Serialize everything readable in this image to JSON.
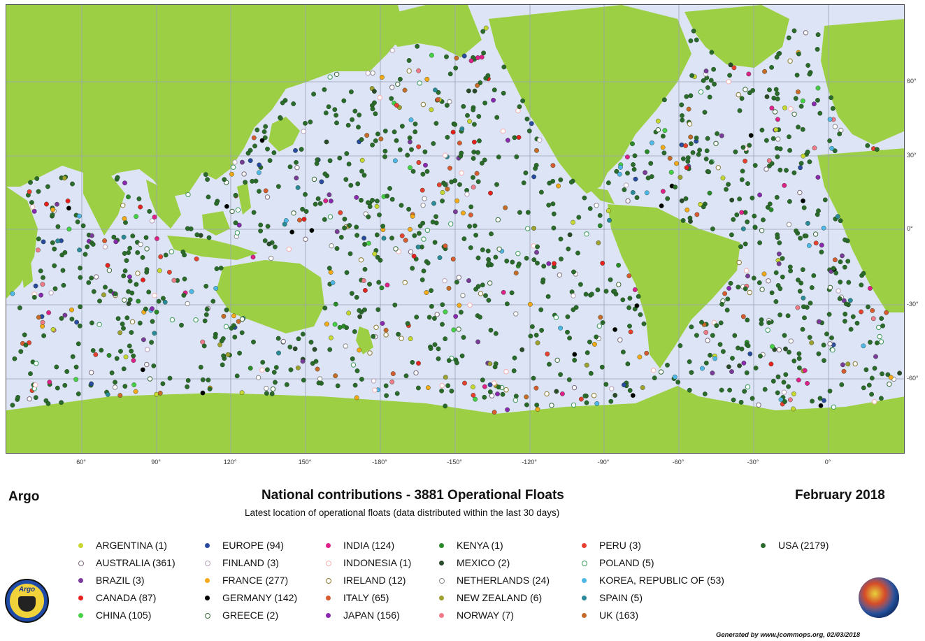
{
  "title_left": "Argo",
  "title_main": "National contributions - 3881 Operational Floats",
  "subtitle": "Latest location of operational floats (data distributed within the last 30 days)",
  "date": "February 2018",
  "credit": "Generated by www.jcommops.org, 02/03/2018",
  "logo_text": "Argo",
  "colors": {
    "ocean": "#dde4f5",
    "land": "#9dcf45",
    "grid": "#9aa0b8",
    "usa": "#2a6a2a"
  },
  "lat_labels": [
    "60°",
    "30°",
    "0°",
    "-30°",
    "-60°"
  ],
  "lon_labels": [
    "60°",
    "90°",
    "120°",
    "150°",
    "-180°",
    "-150°",
    "-120°",
    "-90°",
    "-60°",
    "-30°",
    "0°"
  ],
  "legend": [
    {
      "label": "ARGENTINA (1)",
      "color": "#c8d630",
      "style": "dot"
    },
    {
      "label": "AUSTRALIA (361)",
      "color": "#7a6a7a",
      "style": "ring"
    },
    {
      "label": "BRAZIL (3)",
      "color": "#7a3a9a",
      "style": "dot"
    },
    {
      "label": "CANADA (87)",
      "color": "#e82020",
      "style": "dot"
    },
    {
      "label": "CHINA (105)",
      "color": "#46d046",
      "style": "dot"
    },
    {
      "label": "EUROPE (94)",
      "color": "#2a4aa0",
      "style": "dot"
    },
    {
      "label": "FINLAND (3)",
      "color": "#b8a0b8",
      "style": "ring"
    },
    {
      "label": "FRANCE (277)",
      "color": "#f5a818",
      "style": "dot"
    },
    {
      "label": "GERMANY (142)",
      "color": "#000000",
      "style": "dot"
    },
    {
      "label": "GREECE (2)",
      "color": "#3a6a3a",
      "style": "ring"
    },
    {
      "label": "INDIA (124)",
      "color": "#e0208a",
      "style": "dot"
    },
    {
      "label": "INDONESIA (1)",
      "color": "#f5b0b0",
      "style": "ring"
    },
    {
      "label": "IRELAND (12)",
      "color": "#8a7a30",
      "style": "ring"
    },
    {
      "label": "ITALY (65)",
      "color": "#d85a30",
      "style": "dot"
    },
    {
      "label": "JAPAN (156)",
      "color": "#8a28b0",
      "style": "dot"
    },
    {
      "label": "KENYA (1)",
      "color": "#2a8a2a",
      "style": "dot"
    },
    {
      "label": "MEXICO (2)",
      "color": "#2a4a2a",
      "style": "dot"
    },
    {
      "label": "NETHERLANDS (24)",
      "color": "#8a8a8a",
      "style": "ring"
    },
    {
      "label": "NEW ZEALAND (6)",
      "color": "#a0a030",
      "style": "dot"
    },
    {
      "label": "NORWAY (7)",
      "color": "#f07a8a",
      "style": "dot"
    },
    {
      "label": "PERU (3)",
      "color": "#e84030",
      "style": "dot"
    },
    {
      "label": "POLAND (5)",
      "color": "#3a9a5a",
      "style": "ring"
    },
    {
      "label": "KOREA, REPUBLIC OF (53)",
      "color": "#50b8e8",
      "style": "dot"
    },
    {
      "label": "SPAIN (5)",
      "color": "#2a8a9a",
      "style": "dot"
    },
    {
      "label": "UK (163)",
      "color": "#c86a28",
      "style": "dot"
    },
    {
      "label": "USA (2179)",
      "color": "#2a6a2a",
      "style": "dot"
    }
  ]
}
